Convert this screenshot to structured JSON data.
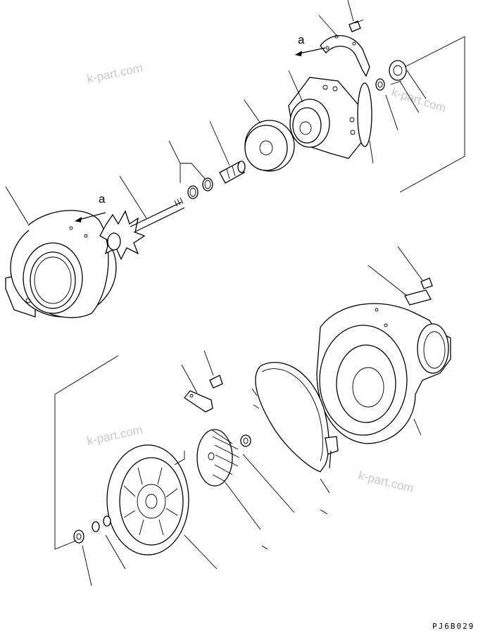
{
  "drawing_code": "PJ6B029",
  "view_marker": "a",
  "watermark": "k-part.com"
}
